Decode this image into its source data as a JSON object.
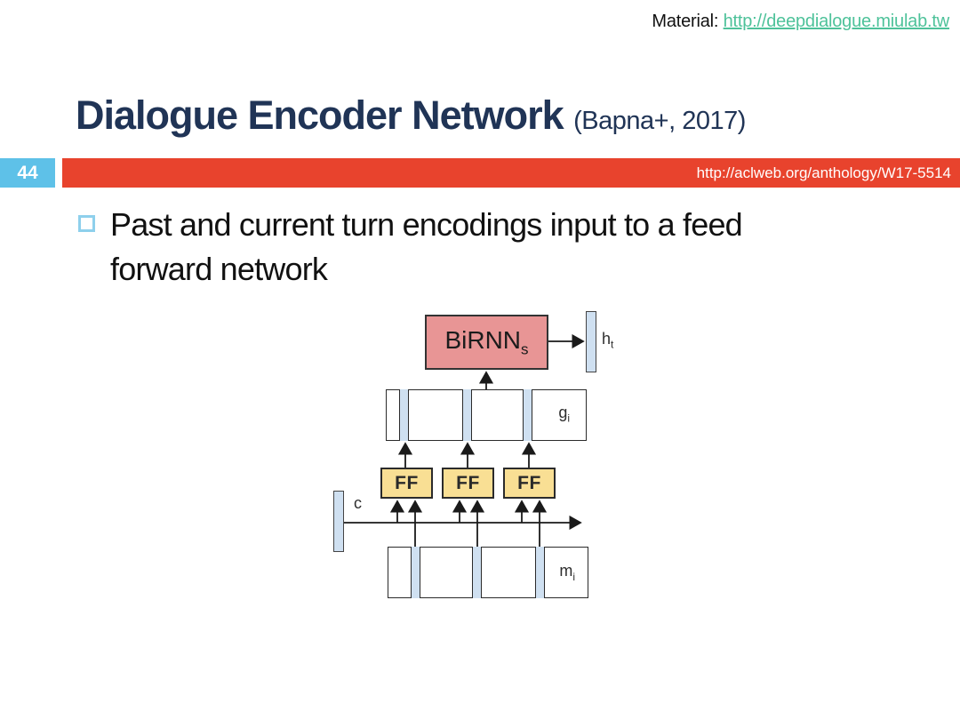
{
  "colors": {
    "accent_red": "#e8432d",
    "page_number_blue": "#5ec1e8",
    "title_navy": "#203456",
    "link_teal": "#4ec29a",
    "bullet_square_blue": "#8ed0ec",
    "birnn_pink": "#e89595",
    "ff_yellow": "#f9df94",
    "vector_bar_blue": "#cfe0f1"
  },
  "header": {
    "material_label": "Material:",
    "material_link": "http://deepdialogue.miulab.tw"
  },
  "slide": {
    "title": "Dialogue Encoder Network",
    "title_citation": "(Bapna+, 2017)",
    "page_number": "44",
    "banner_link": "http://aclweb.org/anthology/W17-5514",
    "bullet_text": "Past and current turn encodings input to a feed forward network"
  },
  "diagram": {
    "birnn_base": "BiRNN",
    "birnn_sub": "s",
    "ht_base": "h",
    "ht_sub": "t",
    "gi_base": "g",
    "gi_sub": "i",
    "mi_base": "m",
    "mi_sub": "i",
    "c_label": "c",
    "ff_label": "FF"
  }
}
